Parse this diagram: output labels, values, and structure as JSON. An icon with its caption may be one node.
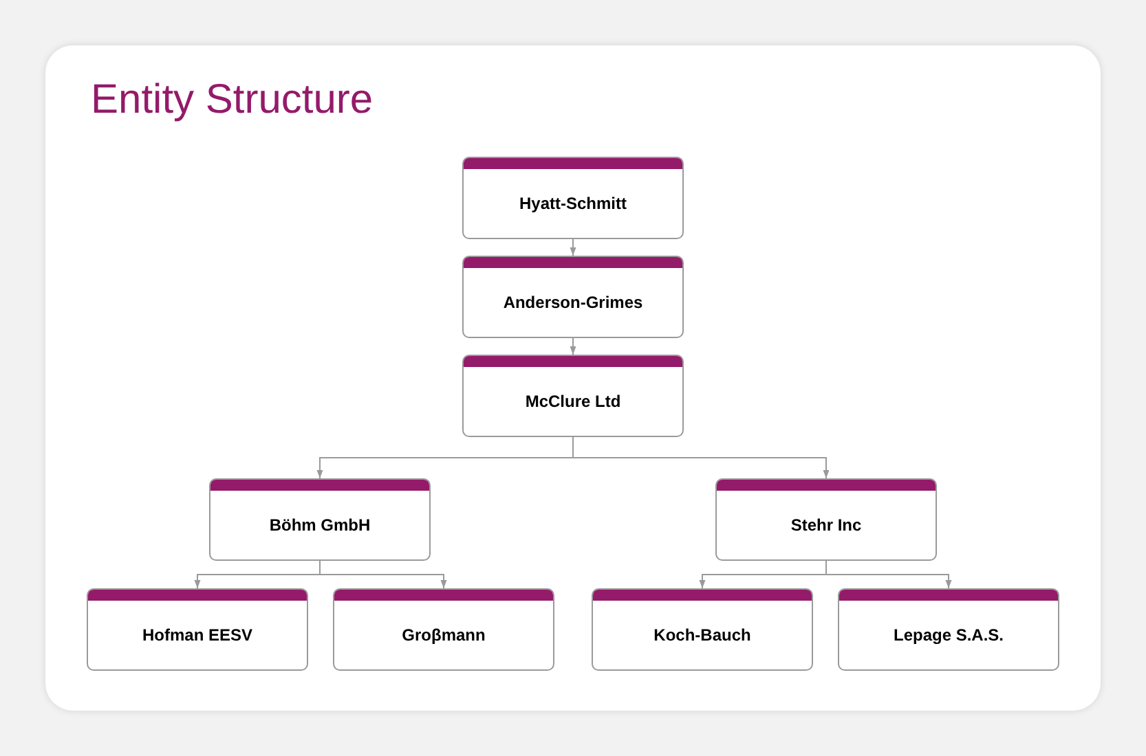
{
  "diagram": {
    "title": "Entity Structure",
    "nodes": [
      {
        "text": [
          "Hyatt-Schmitt"
        ]
      },
      {
        "text": [
          "Anderson-Grimes"
        ]
      },
      {
        "text": [
          "McClure Ltd"
        ]
      },
      {
        "text": [
          "Böhm GmbH"
        ]
      },
      {
        "text": [
          "Stehr Inc"
        ]
      },
      {
        "text": [
          "Hofman EESV"
        ]
      },
      {
        "text": [
          "Groβmann"
        ]
      },
      {
        "text": [
          "Koch-Bauch"
        ]
      },
      {
        "text": [
          "Lepage S.A.S."
        ]
      }
    ],
    "edges": [
      {
        "from": 0,
        "to": 1,
        "arrow": "to"
      },
      {
        "from": 1,
        "to": 2,
        "arrow": "to"
      },
      {
        "from": 2,
        "to": 3,
        "arrow": "to"
      },
      {
        "from": 2,
        "to": 4,
        "arrow": "to"
      },
      {
        "from": 3,
        "to": 5,
        "arrow": "to"
      },
      {
        "from": 3,
        "to": 6,
        "arrow": "to"
      },
      {
        "from": 4,
        "to": 7,
        "arrow": "to"
      },
      {
        "from": 4,
        "to": 8,
        "arrow": "to"
      }
    ]
  }
}
